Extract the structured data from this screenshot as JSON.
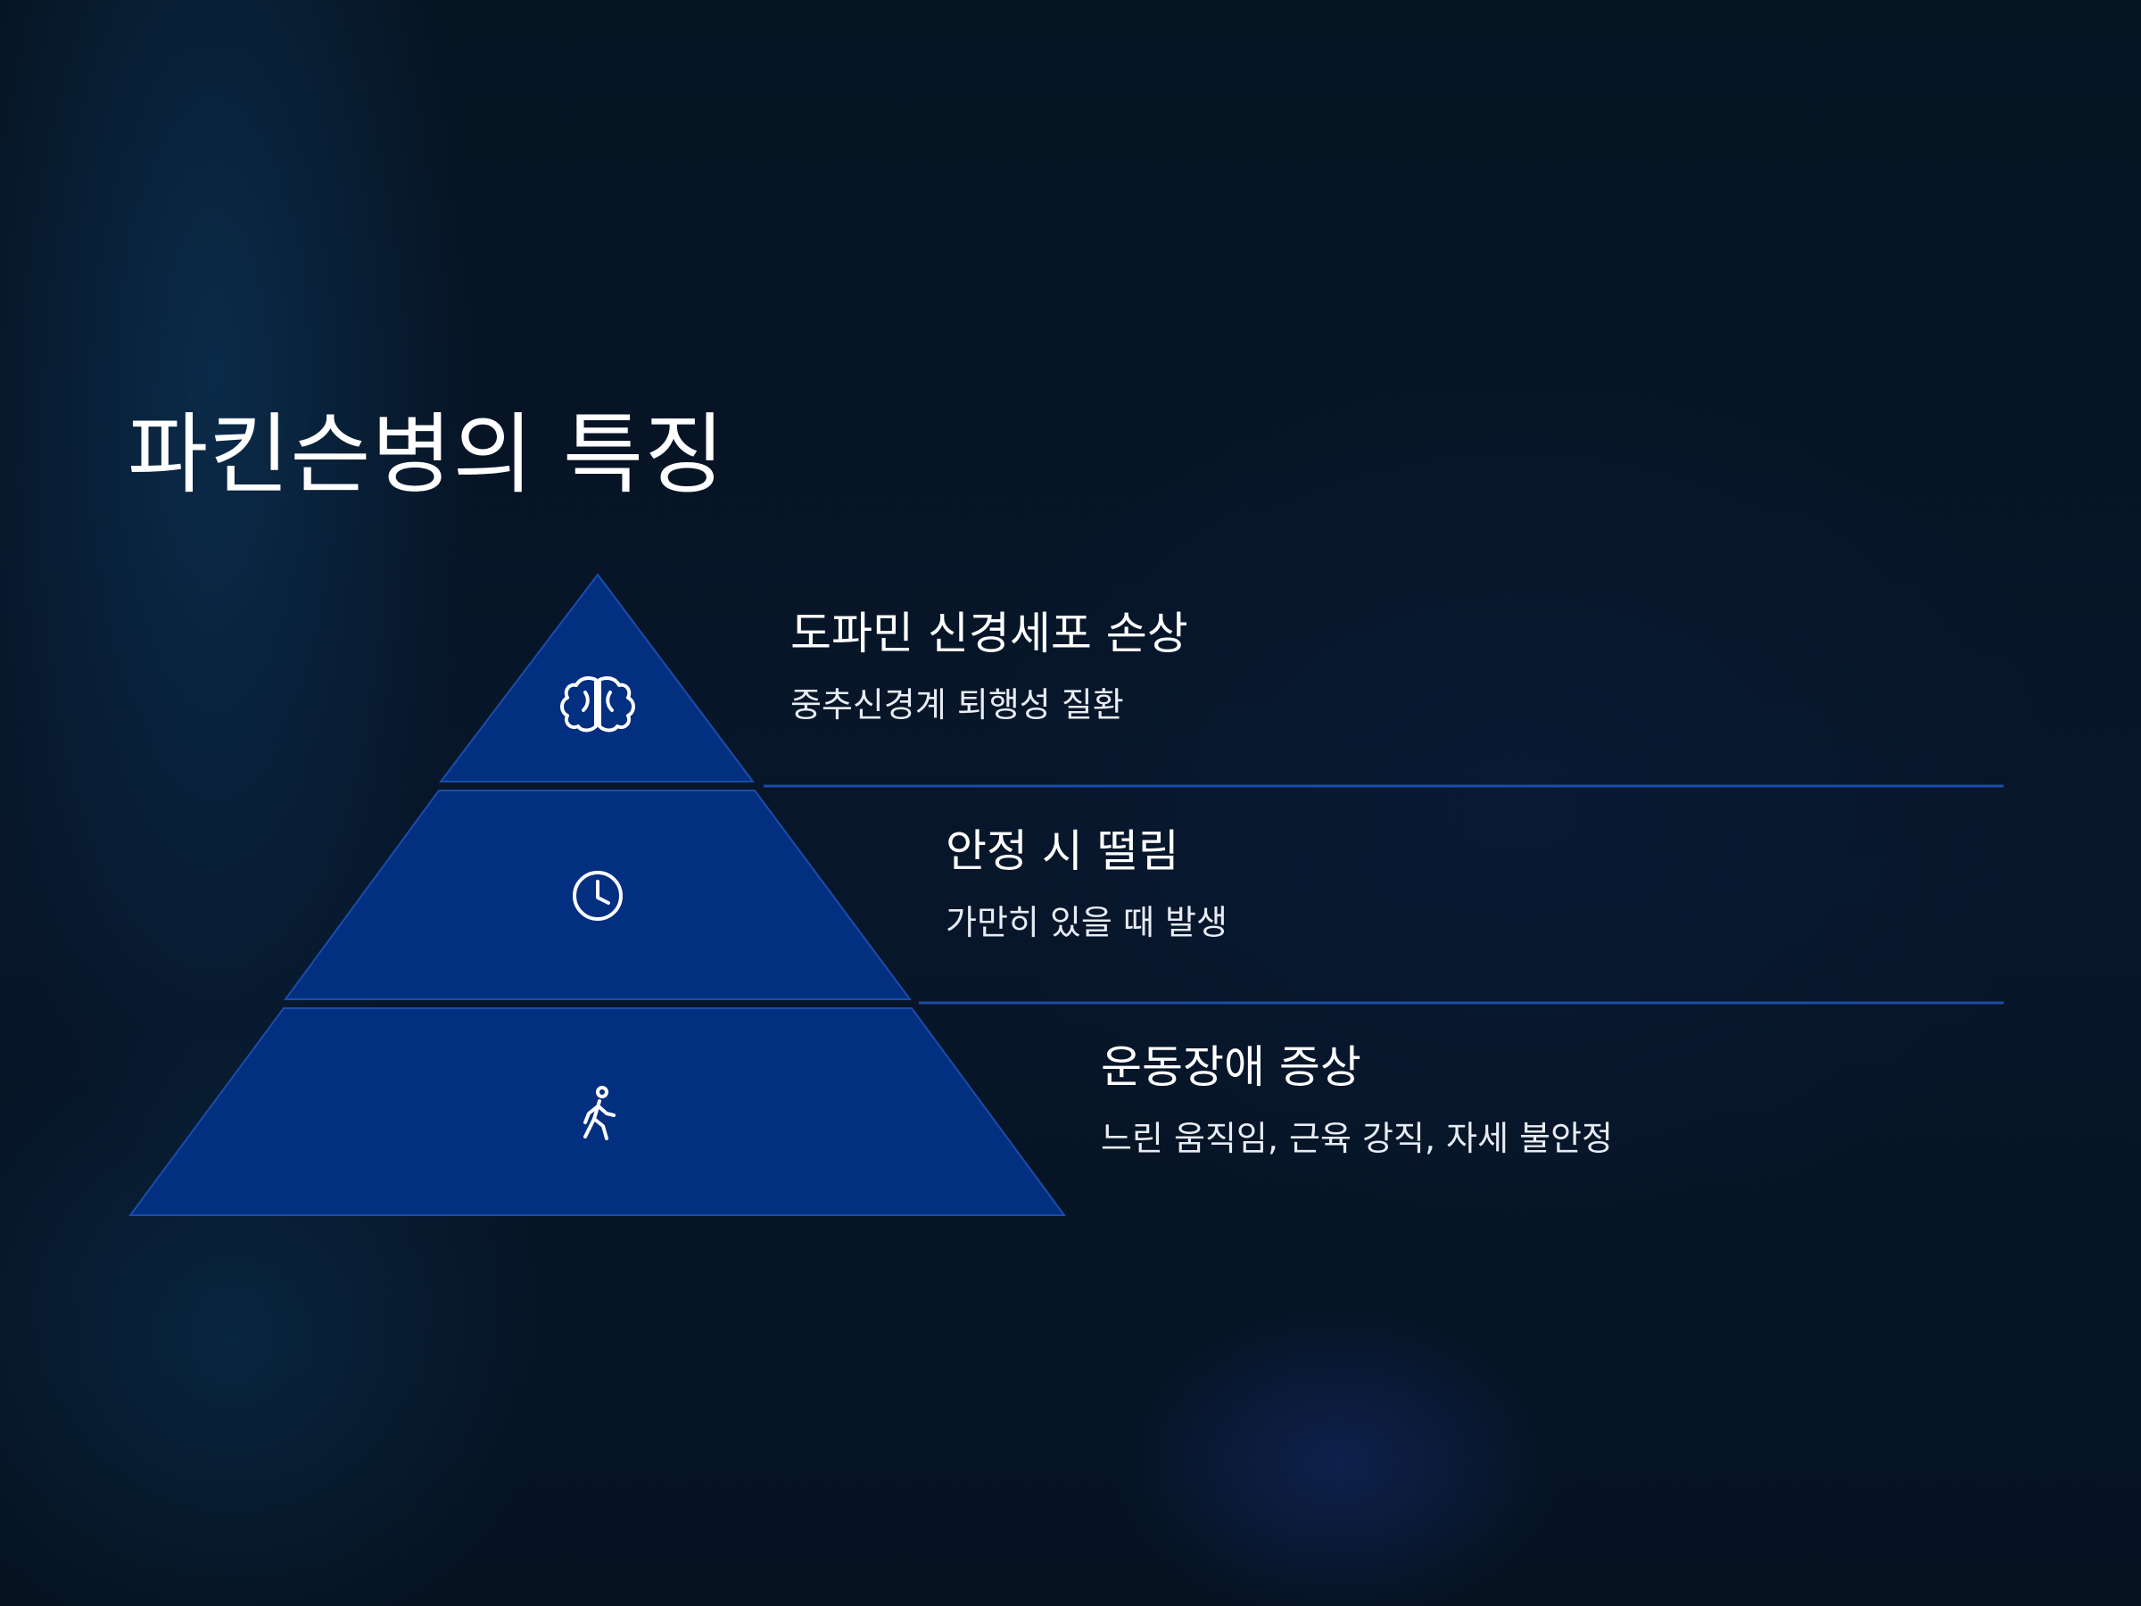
{
  "slide": {
    "title": "파킨슨병의 특징"
  },
  "colors": {
    "tier_fill": "#032f80",
    "tier_stroke": "#1d4ca8",
    "divider": "#1d4ca8",
    "icon": "#ffffff"
  },
  "levels": [
    {
      "title": "도파민 신경세포 손상",
      "description": "중추신경계 퇴행성 질환",
      "icon": "brain-icon"
    },
    {
      "title": "안정 시 떨림",
      "description": "가만히 있을 때 발생",
      "icon": "clock-icon"
    },
    {
      "title": "운동장애 증상",
      "description": "느린 움직임, 근육 강직, 자세 불안정",
      "icon": "walking-person-icon"
    }
  ]
}
